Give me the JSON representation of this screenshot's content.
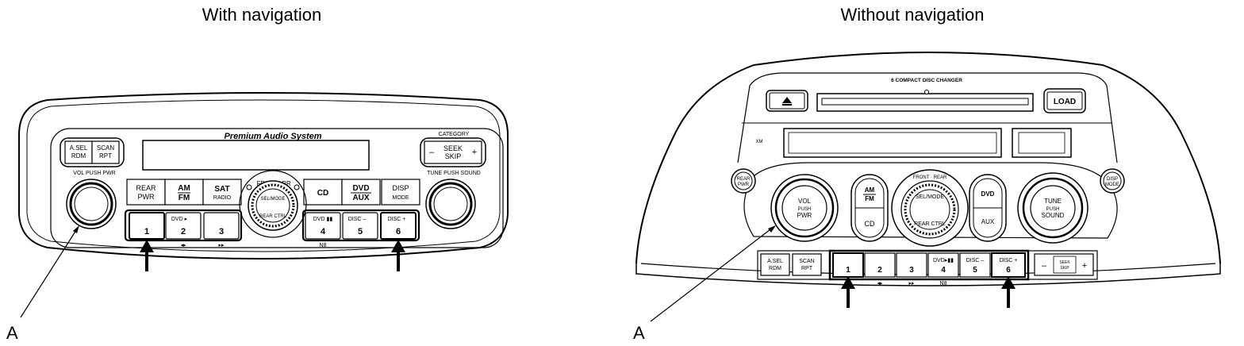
{
  "diagrams": {
    "left": {
      "title": "With navigation",
      "callout": "A",
      "brand": "Premium Audio System",
      "category": "CATEGORY",
      "vol_label": "VOL PUSH PWR",
      "tune_label": "TUNE PUSH SOUND",
      "asel": [
        "A.SEL",
        "RDM"
      ],
      "scan": [
        "SCAN",
        "RPT"
      ],
      "seek": [
        "SEEK",
        "SKIP"
      ],
      "fr": "FR",
      "rr": "RR",
      "knob_top": "SEL/MODE",
      "knob_bottom": "REAR CTRL",
      "top_buttons": [
        {
          "l1": "REAR",
          "l2": "PWR"
        },
        {
          "l1": "AM",
          "l2": "FM"
        },
        {
          "l1": "SAT",
          "l2": "RADIO"
        },
        {
          "l1": "CD",
          "l2": ""
        },
        {
          "l1": "DVD",
          "l2": "AUX"
        },
        {
          "l1": "DISP",
          "l2": "MODE"
        }
      ],
      "presets": [
        {
          "sub": "",
          "num": "1"
        },
        {
          "sub": "DVD ▸",
          "num": "2"
        },
        {
          "sub": "",
          "num": "3"
        },
        {
          "sub": "DVD ▮▮",
          "num": "4"
        },
        {
          "sub": "DISC –",
          "num": "5"
        },
        {
          "sub": "DISC +",
          "num": "6"
        }
      ],
      "below_presets": [
        "◂▸",
        "▸▸",
        "N8"
      ]
    },
    "right": {
      "title": "Without navigation",
      "callout": "A",
      "changer": "6 COMPACT DISC CHANGER",
      "load": "LOAD",
      "eject_icon": "eject-icon",
      "xm_label": "XM",
      "vol": [
        "VOL",
        "PUSH",
        "PWR"
      ],
      "tune": [
        "TUNE",
        "PUSH",
        "SOUND"
      ],
      "rear_pwr": [
        "REAR",
        "PWR"
      ],
      "disp_mode": [
        "DISP",
        "MODE"
      ],
      "am": "AM",
      "fm": "FM",
      "cd": "CD",
      "dvd": "DVD",
      "aux": "AUX",
      "front_rear": "FRONT · REAR",
      "knob_top": "SEL/MODE",
      "knob_bottom": "REAR CTRL",
      "asel": [
        "A.SEL",
        "RDM"
      ],
      "scan": [
        "SCAN",
        "RPT"
      ],
      "seek": [
        "SEEK",
        "SKIP"
      ],
      "minus": "–",
      "plus": "+",
      "presets": [
        {
          "sub": "",
          "num": "1"
        },
        {
          "sub": "",
          "num": "2"
        },
        {
          "sub": "",
          "num": "3"
        },
        {
          "sub": "DVD▸▮▮",
          "num": "4"
        },
        {
          "sub": "DISC –",
          "num": "5"
        },
        {
          "sub": "DISC +",
          "num": "6"
        }
      ],
      "below_presets": [
        "◂▸",
        "▸▸",
        "N8"
      ]
    }
  }
}
